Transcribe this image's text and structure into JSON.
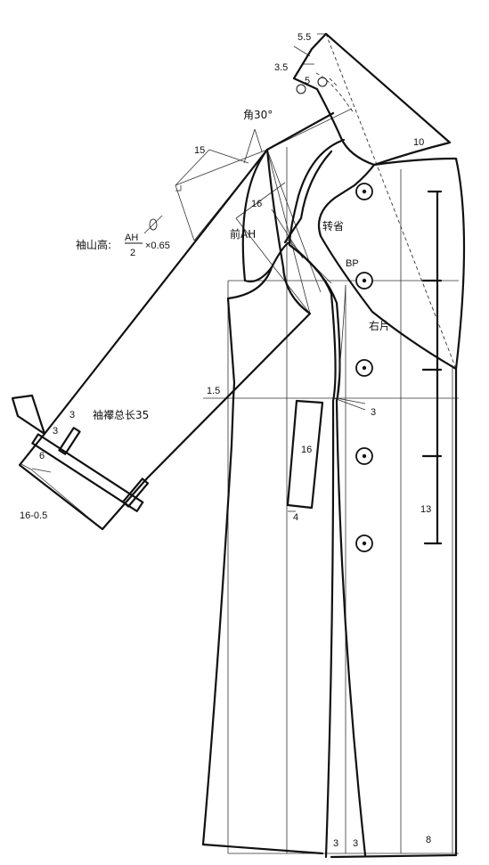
{
  "labels": {
    "collar_top": "5.5",
    "collar_left": "3.5",
    "collar_mid": "5",
    "collar_width": "10",
    "angle": "角30°",
    "sleeve_15": "15",
    "sleeve_16": "16",
    "front_ah": "前AH",
    "cap_height_prefix": "袖山高:",
    "cap_ah": "AH",
    "cap_2": "2",
    "cap_factor": "×0.65",
    "dart_rotation": "转省",
    "bp": "BP",
    "right_panel": "右片",
    "side_1_5": "1.5",
    "waist_3": "3",
    "pocket_16": "16",
    "pocket_4": "4",
    "spacing_13": "13",
    "cuff_3a": "3",
    "cuff_3b": "3",
    "cuff_6": "6",
    "tab_length": "袖襻总长35",
    "cuff_16": "16-0.5",
    "hem_3a": "3",
    "hem_3b": "3",
    "hem_8": "8"
  }
}
